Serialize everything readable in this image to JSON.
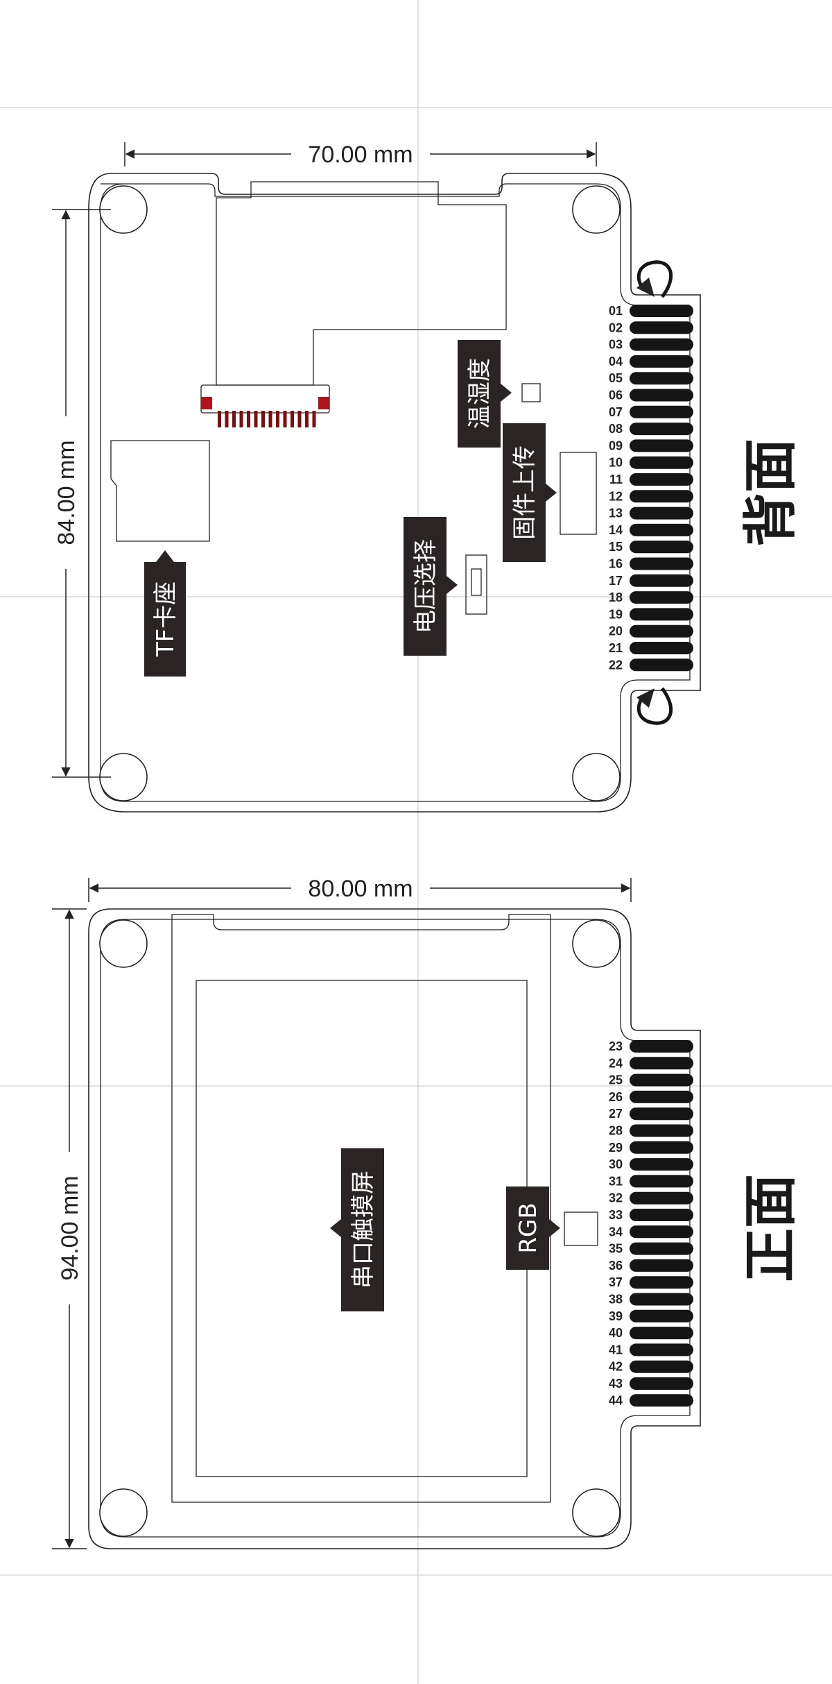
{
  "back_view": {
    "title": "背面",
    "width_dimension": "70.00 mm",
    "height_dimension": "84.00 mm",
    "labels": {
      "tf_slot": "TF卡座",
      "voltage_select": "电压选择",
      "temp_humidity": "温湿度",
      "firmware_upload": "固件上传"
    },
    "pins": [
      "01",
      "02",
      "03",
      "04",
      "05",
      "06",
      "07",
      "08",
      "09",
      "10",
      "11",
      "12",
      "13",
      "14",
      "15",
      "16",
      "17",
      "18",
      "19",
      "20",
      "21",
      "22"
    ]
  },
  "front_view": {
    "title": "正面",
    "width_dimension": "80.00 mm",
    "height_dimension": "94.00 mm",
    "labels": {
      "touch_screen": "串口触摸屏",
      "rgb": "RGB"
    },
    "pins": [
      "23",
      "24",
      "25",
      "26",
      "27",
      "28",
      "29",
      "30",
      "31",
      "32",
      "33",
      "34",
      "35",
      "36",
      "37",
      "38",
      "39",
      "40",
      "41",
      "42",
      "43",
      "44"
    ]
  },
  "colors": {
    "callout_background": "#2b2424",
    "fpc_pins": "#7a0f0f",
    "fpc_pads": "#b0141a",
    "edge_pins": "#151515"
  }
}
